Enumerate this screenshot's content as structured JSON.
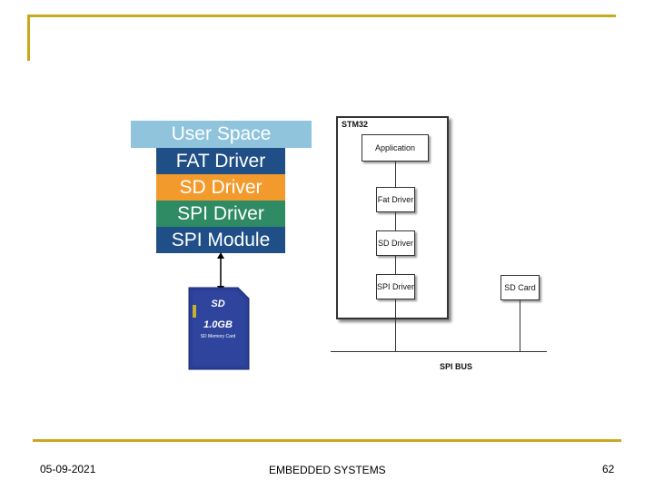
{
  "layers": [
    "User Space",
    "FAT Driver",
    "SD Driver",
    "SPI Driver",
    "SPI Module"
  ],
  "sd_card": {
    "logo": "SD",
    "capacity": "1.0GB",
    "label": "SD Memory Card"
  },
  "stm32": {
    "title": "STM32",
    "blocks": [
      "Application",
      "Fat Driver",
      "SD Driver",
      "SPI Driver"
    ]
  },
  "external_card": "SD Card",
  "bus_label": "SPI BUS",
  "footer": {
    "date": "05-09-2021",
    "title": "EMBEDDED SYSTEMS",
    "page": "62"
  },
  "colors": {
    "accent_rule": "#c9a81e",
    "user_space": "#8fc4dc",
    "fat_driver": "#1f4f86",
    "sd_driver": "#f39a2c",
    "spi_driver": "#2e8b63",
    "spi_module": "#1f4f86"
  }
}
